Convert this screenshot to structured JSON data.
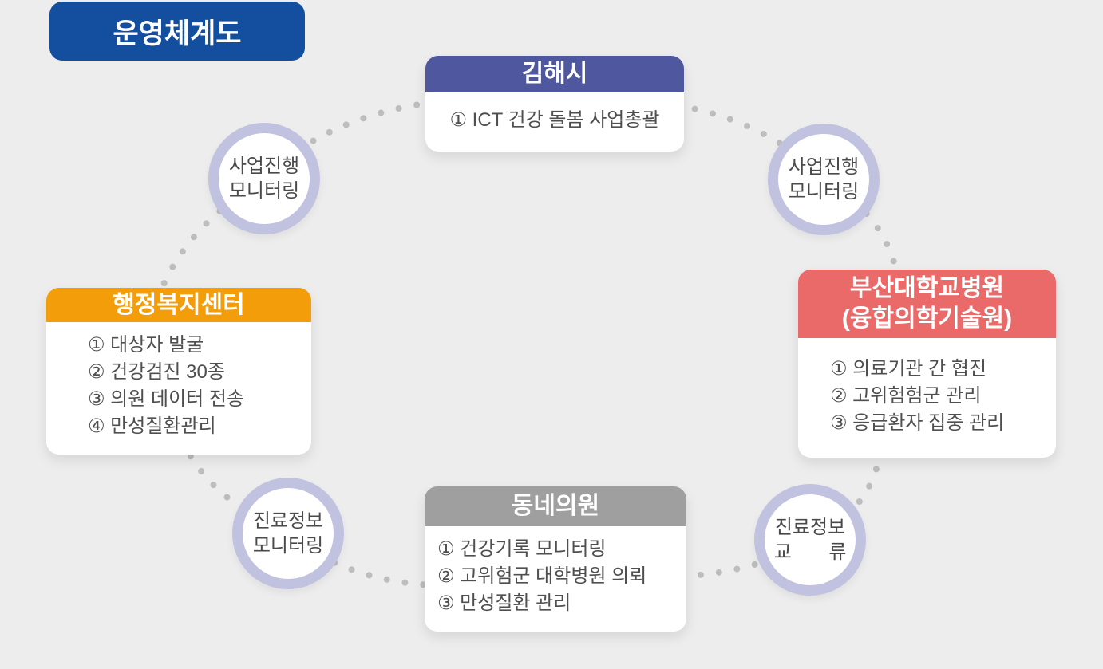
{
  "title_badge": "운영체계도",
  "nodes": {
    "city": {
      "title": "김해시",
      "items": [
        "① ICT 건강 돌봄 사업총괄"
      ]
    },
    "welfare_center": {
      "title": "행정복지센터",
      "items": [
        "① 대상자 발굴",
        "② 건강검진 30종",
        "③ 의원 데이터 전송",
        "④ 만성질환관리"
      ]
    },
    "university_hospital": {
      "title_line1": "부산대학교병원",
      "title_line2": "(융합의학기술원)",
      "items": [
        "① 의료기관 간 협진",
        "② 고위험험군 관리",
        "③ 응급환자 집중 관리"
      ]
    },
    "local_clinic": {
      "title": "동네의원",
      "items": [
        "① 건강기록 모니터링",
        "② 고위험군 대학병원 의뢰",
        "③ 만성질환 관리"
      ]
    }
  },
  "connectors": {
    "project_monitor_left": {
      "line1": "사업진행",
      "line2": "모니터링"
    },
    "project_monitor_right": {
      "line1": "사업진행",
      "line2": "모니터링"
    },
    "care_info_monitor": {
      "line1": "진료정보",
      "line2": "모니터링"
    },
    "care_info_exchange": {
      "line1": "진료정보",
      "line2": "교 류"
    }
  },
  "colors": {
    "background": "#ededed",
    "badge_blue": "#144f9f",
    "city_header": "#4f589e",
    "welfare_header": "#f49d0a",
    "hospital_header": "#ea6a6a",
    "clinic_header": "#9f9f9f",
    "circle_ring": "#c1c2e0",
    "dotted_line": "#bdbdbd",
    "body_text": "#4f4f4f"
  }
}
